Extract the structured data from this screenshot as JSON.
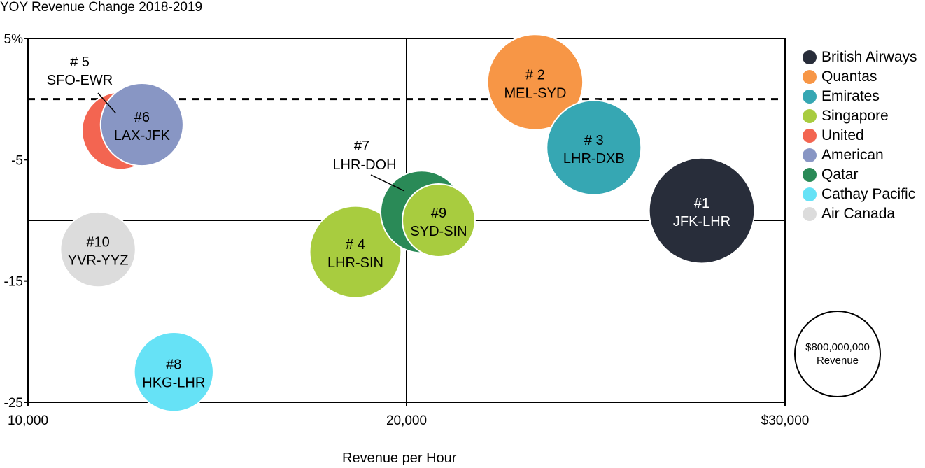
{
  "chart_data": {
    "type": "scatter",
    "title": "YOY Revenue Change 2018-2019",
    "xlabel": "Revenue per Hour",
    "ylabel": "",
    "xlim": [
      10000,
      30000
    ],
    "ylim": [
      -25,
      5
    ],
    "x_ticks": [
      {
        "value": 10000,
        "label": "10,000"
      },
      {
        "value": 20000,
        "label": "20,000"
      },
      {
        "value": 30000,
        "label": "$30,000"
      }
    ],
    "y_ticks": [
      {
        "value": 5,
        "label": "5%"
      },
      {
        "value": -5,
        "label": "-5"
      },
      {
        "value": -15,
        "label": "-15"
      },
      {
        "value": -25,
        "label": "-25"
      }
    ],
    "reference_lines": {
      "vertical_x": 20000,
      "horizontal_y": -10,
      "dashed_y": 0
    },
    "series": [
      {
        "name": "British Airways",
        "color": "#282d3a",
        "points": [
          {
            "x": 27800,
            "y": -9.2,
            "rank": "#1",
            "route": "JFK-LHR",
            "revenue": 1220000000
          }
        ]
      },
      {
        "name": "Quantas",
        "color": "#f79646",
        "points": [
          {
            "x": 23400,
            "y": 1.4,
            "rank": "# 2",
            "route": "MEL-SYD",
            "revenue": 1000000000
          }
        ]
      },
      {
        "name": "Emirates",
        "color": "#36a7b3",
        "points": [
          {
            "x": 24950,
            "y": -4.0,
            "rank": "# 3",
            "route": "LHR-DXB",
            "revenue": 980000000
          }
        ]
      },
      {
        "name": "Singapore",
        "color": "#a8cc3f",
        "points": [
          {
            "x": 18650,
            "y": -12.6,
            "rank": "# 4",
            "route": "LHR-SIN",
            "revenue": 920000000
          },
          {
            "x": 20850,
            "y": -10.0,
            "rank": "#9",
            "route": "SYD-SIN",
            "revenue": 580000000
          }
        ]
      },
      {
        "name": "United",
        "color": "#f36551",
        "points": [
          {
            "x": 12450,
            "y": -2.6,
            "rank": "# 5",
            "route": "SFO-EWR",
            "revenue": 660000000
          }
        ]
      },
      {
        "name": "American",
        "color": "#8896c4",
        "points": [
          {
            "x": 13010,
            "y": -2.1,
            "rank": "#6",
            "route": "LAX-JFK",
            "revenue": 750000000
          }
        ]
      },
      {
        "name": "Qatar",
        "color": "#2a8a57",
        "points": [
          {
            "x": 20400,
            "y": -9.3,
            "rank": "#7",
            "route": "LHR-DOH",
            "revenue": 740000000
          }
        ]
      },
      {
        "name": "Cathay Pacific",
        "color": "#66e2f6",
        "points": [
          {
            "x": 13850,
            "y": -22.5,
            "rank": "#8",
            "route": "HKG-LHR",
            "revenue": 690000000
          }
        ]
      },
      {
        "name": "Air Canada",
        "color": "#dcdcdc",
        "points": [
          {
            "x": 11850,
            "y": -12.4,
            "rank": "#10",
            "route": "YVR-YYZ",
            "revenue": 620000000
          }
        ]
      }
    ],
    "legend": [
      {
        "label": "British Airways",
        "color": "#282d3a"
      },
      {
        "label": "Quantas",
        "color": "#f79646"
      },
      {
        "label": "Emirates",
        "color": "#36a7b3"
      },
      {
        "label": "Singapore",
        "color": "#a8cc3f"
      },
      {
        "label": "United",
        "color": "#f36551"
      },
      {
        "label": "American",
        "color": "#8896c4"
      },
      {
        "label": "Qatar",
        "color": "#2a8a57"
      },
      {
        "label": "Cathay Pacific",
        "color": "#66e2f6"
      },
      {
        "label": "Air Canada",
        "color": "#dcdcdc"
      }
    ],
    "size_key": {
      "revenue": 800000000,
      "line1": "$800,000,000",
      "line2": "Revenue"
    },
    "outside_labels": [
      "# 5",
      "#7"
    ],
    "legend_position": "right",
    "grid": false
  }
}
